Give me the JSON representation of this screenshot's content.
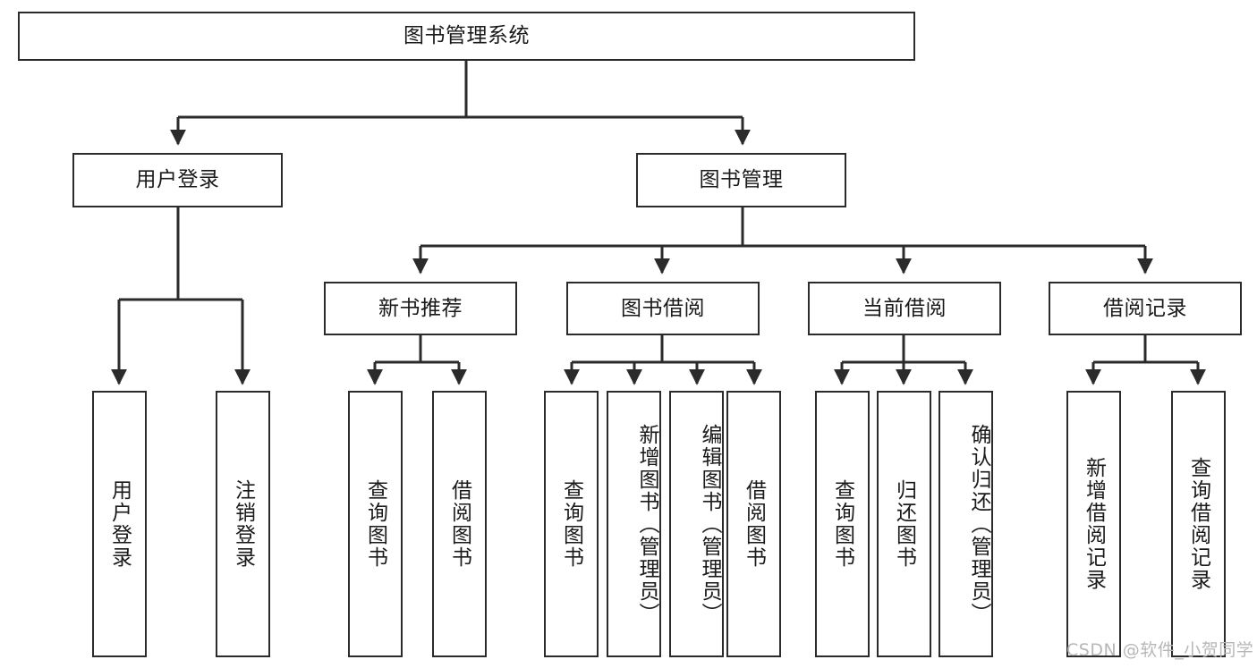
{
  "diagram": {
    "type": "tree-hierarchy",
    "title": "图书管理系统",
    "watermark": "CSDN @软件_小贺同学",
    "colors": {
      "stroke": "#2b2b2b",
      "background": "#ffffff",
      "text": "#1a1a1a",
      "watermark": "#b7b7b7"
    },
    "nodes": {
      "root": {
        "label": "图书管理系统"
      },
      "level1": [
        {
          "id": "user-login",
          "label": "用户登录"
        },
        {
          "id": "book-management",
          "label": "图书管理"
        }
      ],
      "level2": [
        {
          "id": "new-book-recommend",
          "label": "新书推荐"
        },
        {
          "id": "book-borrow",
          "label": "图书借阅"
        },
        {
          "id": "current-borrow",
          "label": "当前借阅"
        },
        {
          "id": "borrow-record",
          "label": "借阅记录"
        }
      ],
      "leaves": {
        "user-login": [
          {
            "id": "user-login-leaf",
            "label": "用户登录"
          },
          {
            "id": "logout-leaf",
            "label": "注销登录"
          }
        ],
        "new-book-recommend": [
          {
            "id": "query-book-1",
            "label": "查询图书"
          },
          {
            "id": "borrow-book-1",
            "label": "借阅图书"
          }
        ],
        "book-borrow": [
          {
            "id": "query-book-2",
            "label": "查询图书"
          },
          {
            "id": "add-book",
            "label": "新增图书（管理员）"
          },
          {
            "id": "edit-book",
            "label": "编辑图书（管理员）"
          },
          {
            "id": "borrow-book-2",
            "label": "借阅图书"
          }
        ],
        "current-borrow": [
          {
            "id": "query-book-3",
            "label": "查询图书"
          },
          {
            "id": "return-book",
            "label": "归还图书"
          },
          {
            "id": "confirm-return",
            "label": "确认归还（管理员）"
          }
        ],
        "borrow-record": [
          {
            "id": "add-borrow-record",
            "label": "新增借阅记录"
          },
          {
            "id": "query-borrow-record",
            "label": "查询借阅记录"
          }
        ]
      }
    }
  }
}
